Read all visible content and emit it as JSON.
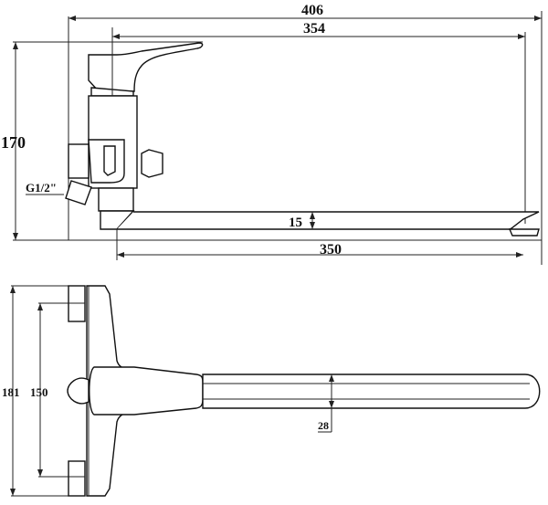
{
  "side_view": {
    "dims": {
      "overall_length": "406",
      "spout_length_from_axis": "354",
      "height": "170",
      "spout_thickness": "15",
      "spout_reach": "350"
    },
    "thread_label": "G1/2\""
  },
  "top_view": {
    "dims": {
      "overall_width": "181",
      "center_distance": "150",
      "spout_width": "28"
    }
  },
  "colors": {
    "line": "#222222",
    "background": "#ffffff"
  }
}
